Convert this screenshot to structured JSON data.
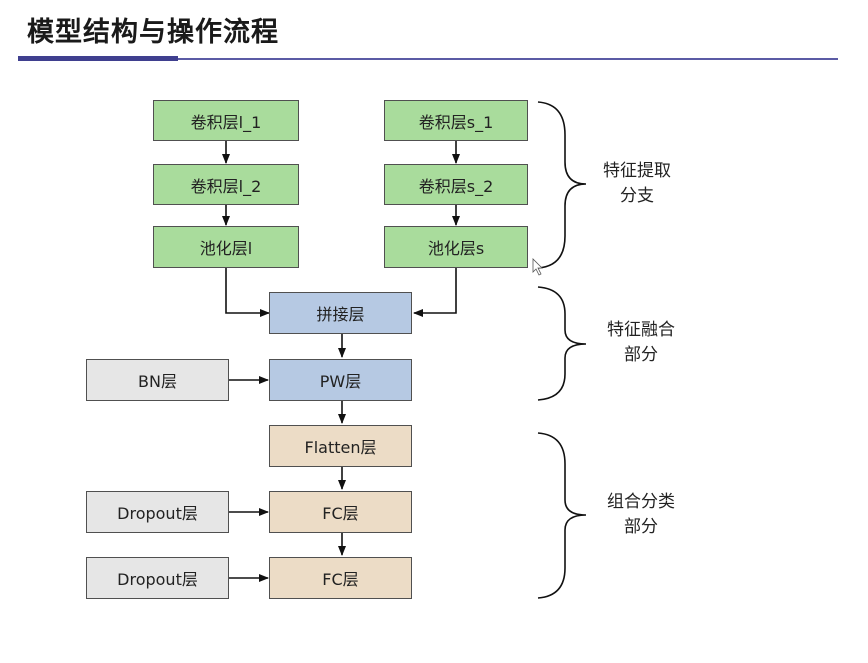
{
  "page": {
    "title": "模型结构与操作流程"
  },
  "diagram": {
    "left_branch": {
      "conv1": "卷积层l_1",
      "conv2": "卷积层l_2",
      "pool": "池化层l"
    },
    "right_branch": {
      "conv1": "卷积层s_1",
      "conv2": "卷积层s_2",
      "pool": "池化层s"
    },
    "concat": "拼接层",
    "bn": "BN层",
    "pw": "PW层",
    "flatten": "Flatten层",
    "dropout1": "Dropout层",
    "fc1": "FC层",
    "dropout2": "Dropout层",
    "fc2": "FC层"
  },
  "braces": {
    "feature_extraction": "特征提取\n分支",
    "feature_fusion": "特征融合\n部分",
    "classification": "组合分类\n部分"
  },
  "colors": {
    "conv": "#a9dc9c",
    "fusion": "#b6c9e3",
    "classifier": "#ecdcc6",
    "auxiliary": "#e6e6e6",
    "title_rule": "#3f3f8f"
  }
}
